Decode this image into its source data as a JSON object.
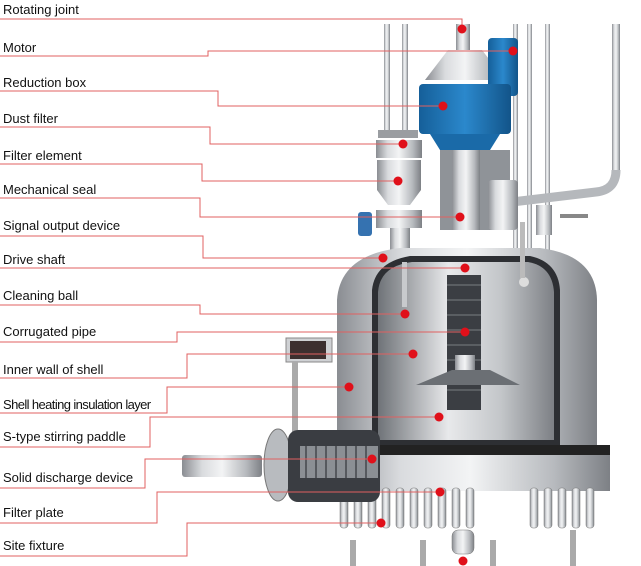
{
  "colors": {
    "leader": "#e06060",
    "dot": "#e0101a",
    "steel": "#b9bcc0",
    "blue": "#1e74b8"
  },
  "labels": [
    "Rotating joint",
    "Motor",
    "Reduction box",
    "Dust filter",
    "Filter element",
    "Mechanical seal",
    "Signal output device",
    "Drive shaft",
    "Cleaning ball",
    "Corrugated pipe",
    "Inner wall of shell",
    "Shell heating insulation layer",
    "S-type stirring paddle",
    "Solid discharge device",
    "Filter plate",
    "Site fixture"
  ]
}
